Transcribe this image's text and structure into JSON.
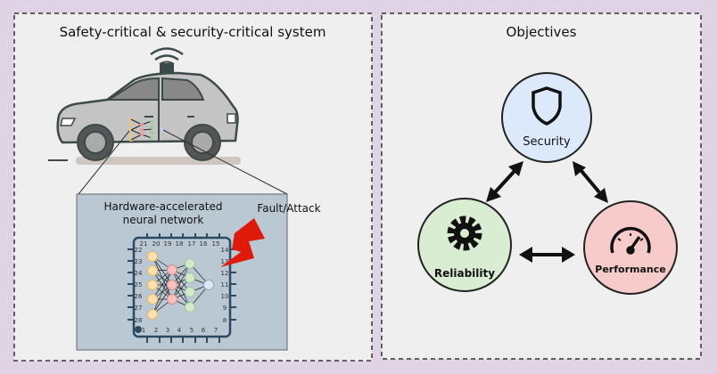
{
  "left_panel": {
    "title": "Safety-critical & security-critical system",
    "inset_title_line1": "Hardware-accelerated",
    "inset_title_line2": "neural network",
    "fault_label": "Fault/Attack",
    "chip_pins": {
      "top": [
        "21",
        "20",
        "19",
        "18",
        "17",
        "16",
        "15"
      ],
      "left": [
        "22",
        "23",
        "24",
        "25",
        "26",
        "27",
        "28"
      ],
      "right": [
        "14",
        "13",
        "12",
        "11",
        "10",
        "9",
        "8"
      ],
      "bottom": [
        "1",
        "2",
        "3",
        "4",
        "5",
        "6",
        "7"
      ]
    }
  },
  "right_panel": {
    "title": "Objectives",
    "nodes": [
      {
        "label": "Security",
        "icon": "shield-icon",
        "color": "#dbe9fb"
      },
      {
        "label": "Reliability",
        "icon": "gear-icon",
        "color": "#d9edd2"
      },
      {
        "label": "Performance",
        "icon": "speedometer-icon",
        "color": "#f8cbcb"
      }
    ]
  },
  "colors": {
    "background": "#e0d3e6",
    "panel": "#efefef",
    "inset": "#b9c8d3",
    "lightning": "#e01a0a"
  }
}
